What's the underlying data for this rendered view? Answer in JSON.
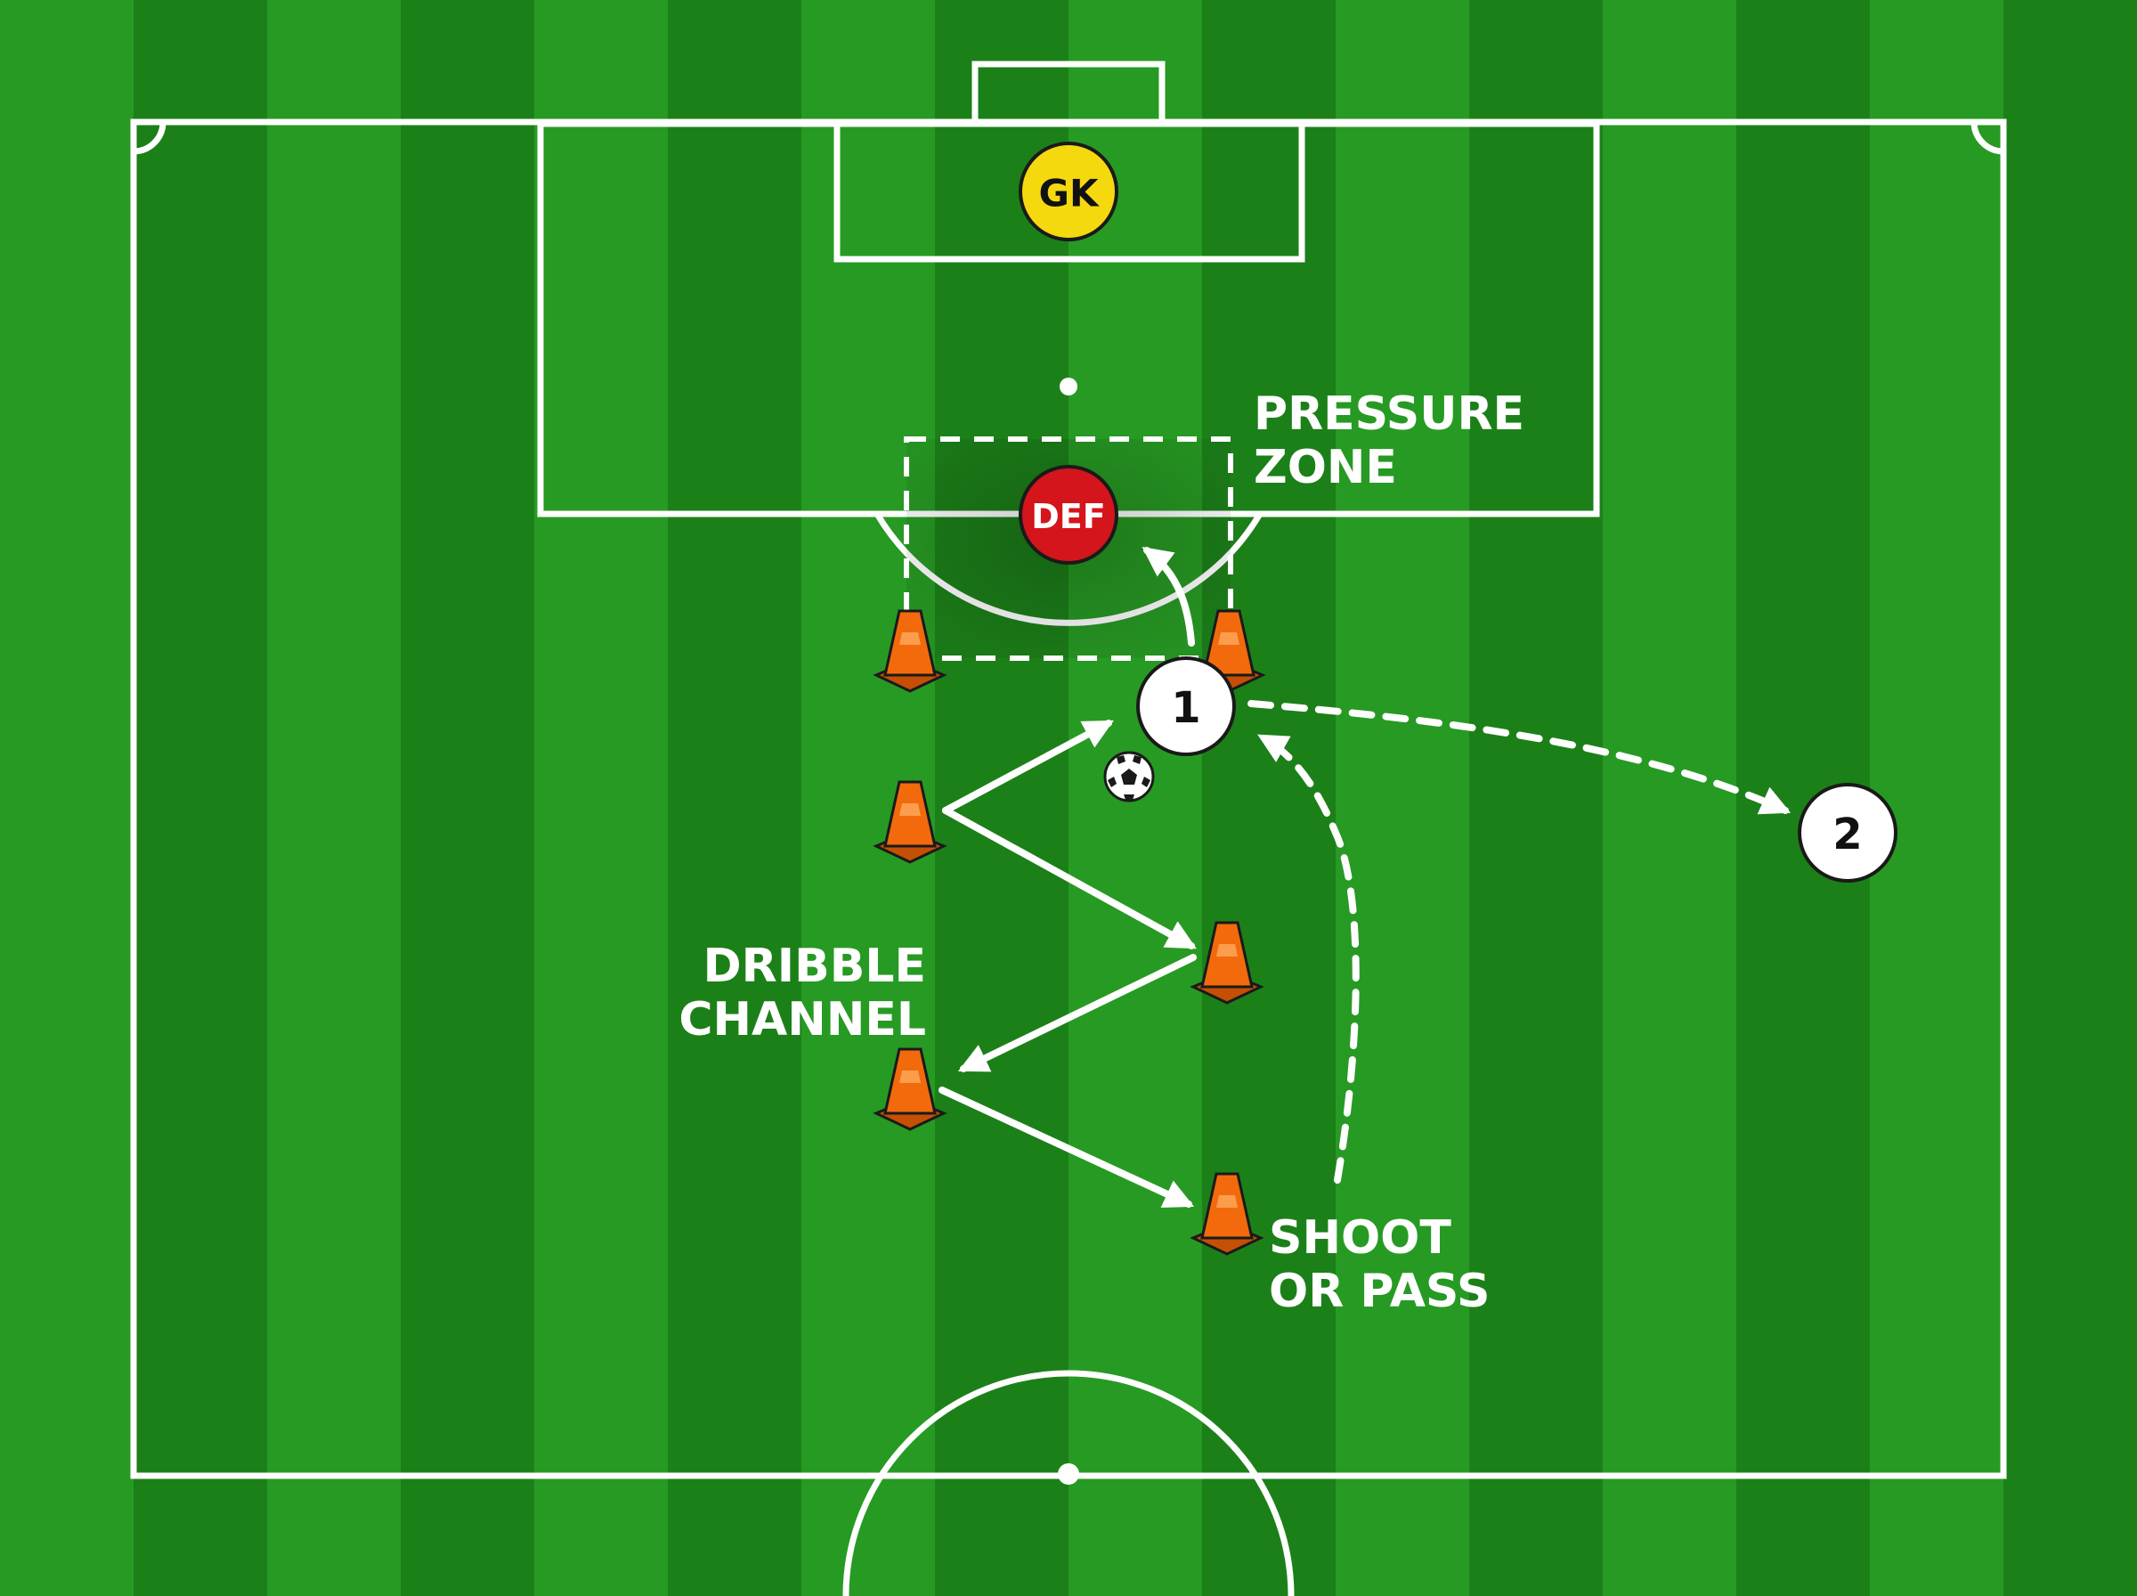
{
  "labels": {
    "pressure_zone": [
      "PRESSURE",
      "ZONE"
    ],
    "dribble_channel": [
      "DRIBBLE",
      "CHANNEL"
    ],
    "shoot_or_pass": [
      "SHOOT",
      "OR PASS"
    ]
  },
  "players": {
    "goalkeeper": "GK",
    "defender": "DEF",
    "attacker_1": "1",
    "attacker_2": "2"
  },
  "colors": {
    "grass_light": "#279a23",
    "grass_dark": "#1c8019",
    "lines": "#ffffff",
    "goalkeeper": "#f5d90f",
    "defender": "#d4151b",
    "attacker": "#ffffff",
    "cone": "#f26a0c"
  },
  "icons": {
    "cone": "training-cone-icon",
    "ball": "soccer-ball-icon"
  }
}
